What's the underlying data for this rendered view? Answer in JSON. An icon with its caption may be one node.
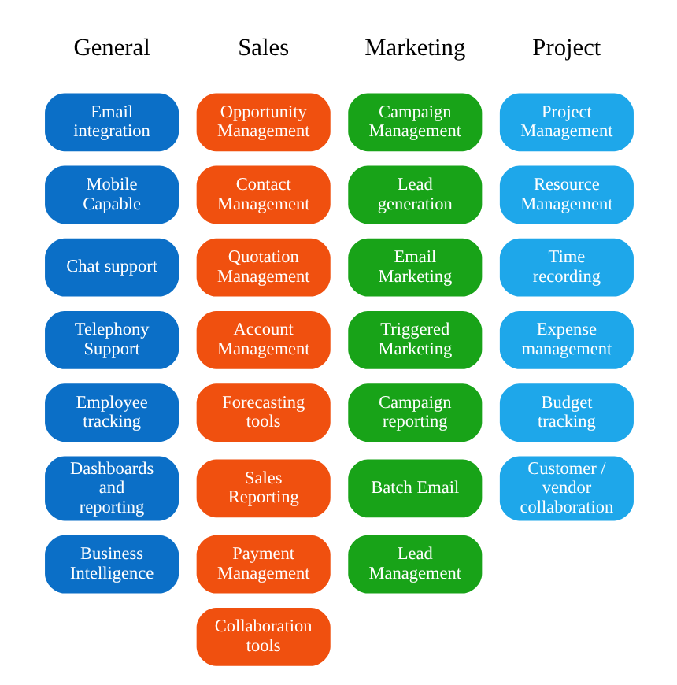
{
  "diagram": {
    "nodes": [
      {
        "text": [
          "Email integration"
        ]
      },
      {
        "text": [
          "Mobile Capable"
        ]
      },
      {
        "text": [
          "Chat support"
        ]
      },
      {
        "text": [
          "Telephony Support"
        ]
      },
      {
        "text": [
          "Employee tracking"
        ]
      },
      {
        "text": [
          "Dashboards and reporting"
        ]
      },
      {
        "text": [
          "Business Intelligence"
        ]
      },
      {
        "text": [
          "Opportunity Management"
        ]
      },
      {
        "text": [
          "Contact Management"
        ]
      },
      {
        "text": [
          "Quotation Management"
        ]
      },
      {
        "text": [
          "Account Management"
        ]
      },
      {
        "text": [
          "Forecasting tools"
        ]
      },
      {
        "text": [
          "Sales Reporting"
        ]
      },
      {
        "text": [
          "Payment Management"
        ]
      },
      {
        "text": [
          "Collaboration tools"
        ]
      },
      {
        "text": [
          "Campaign Management"
        ]
      },
      {
        "text": [
          "Lead generation"
        ]
      },
      {
        "text": [
          "Email Marketing"
        ]
      },
      {
        "text": [
          "Triggered Marketing"
        ]
      },
      {
        "text": [
          "Campaign reporting"
        ]
      },
      {
        "text": [
          "Batch Email"
        ]
      },
      {
        "text": [
          "Lead Management"
        ]
      },
      {
        "text": [
          "Project Management"
        ]
      },
      {
        "text": [
          "Resource Management"
        ]
      },
      {
        "text": [
          "Time recording"
        ]
      },
      {
        "text": [
          "Expense management"
        ]
      },
      {
        "text": [
          "Budget tracking"
        ]
      },
      {
        "text": [
          "Customer / vendor collaboration"
        ]
      }
    ],
    "labels": [
      "General",
      "Sales",
      "Marketing",
      "Project"
    ]
  }
}
